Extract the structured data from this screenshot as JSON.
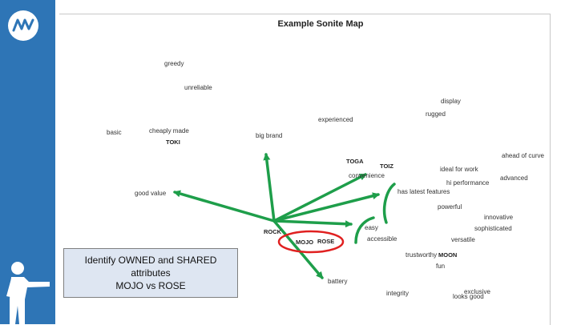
{
  "brand": {
    "logo_text": "MW"
  },
  "title": "Example Sonite Map",
  "terms": [
    {
      "id": "greedy",
      "text": "greedy"
    },
    {
      "id": "unreliable",
      "text": "unreliable"
    },
    {
      "id": "display",
      "text": "display"
    },
    {
      "id": "rugged",
      "text": "rugged"
    },
    {
      "id": "experienced",
      "text": "experienced"
    },
    {
      "id": "basic",
      "text": "basic"
    },
    {
      "id": "cheaply-made",
      "text": "cheaply made"
    },
    {
      "id": "big-brand",
      "text": "big brand"
    },
    {
      "id": "ahead-of-curve",
      "text": "ahead of curve"
    },
    {
      "id": "ideal-for-work",
      "text": "ideal for work"
    },
    {
      "id": "advanced",
      "text": "advanced"
    },
    {
      "id": "convenience",
      "text": "convenience"
    },
    {
      "id": "hi-performance",
      "text": "hi performance"
    },
    {
      "id": "has-latest-features",
      "text": "has latest features"
    },
    {
      "id": "good-value",
      "text": "good value"
    },
    {
      "id": "powerful",
      "text": "powerful"
    },
    {
      "id": "innovative",
      "text": "innovative"
    },
    {
      "id": "sophisticated",
      "text": "sophisticated"
    },
    {
      "id": "easy",
      "text": "easy"
    },
    {
      "id": "accessible",
      "text": "accessible"
    },
    {
      "id": "versatile",
      "text": "versatile"
    },
    {
      "id": "trustworthy",
      "text": "trustworthy"
    },
    {
      "id": "fun",
      "text": "fun"
    },
    {
      "id": "battery",
      "text": "battery"
    },
    {
      "id": "integrity",
      "text": "integrity"
    },
    {
      "id": "exclusive",
      "text": "exclusive"
    },
    {
      "id": "looks-good",
      "text": "looks good"
    }
  ],
  "brands": [
    {
      "id": "toki",
      "text": "TOKI"
    },
    {
      "id": "toga",
      "text": "TOGA"
    },
    {
      "id": "toiz",
      "text": "TOIZ"
    },
    {
      "id": "rock",
      "text": "ROCK"
    },
    {
      "id": "mojo",
      "text": "MOJO"
    },
    {
      "id": "rose",
      "text": "ROSE"
    },
    {
      "id": "moon",
      "text": "MOON"
    }
  ],
  "callout": {
    "line1": "Identify OWNED and SHARED",
    "line2": "attributes",
    "line3": "MOJO vs ROSE"
  },
  "colors": {
    "sidebar": "#2e75b6",
    "arrow": "#1e9e4a",
    "highlight_ring": "#e02020",
    "callout_fill": "#dee6f2"
  }
}
